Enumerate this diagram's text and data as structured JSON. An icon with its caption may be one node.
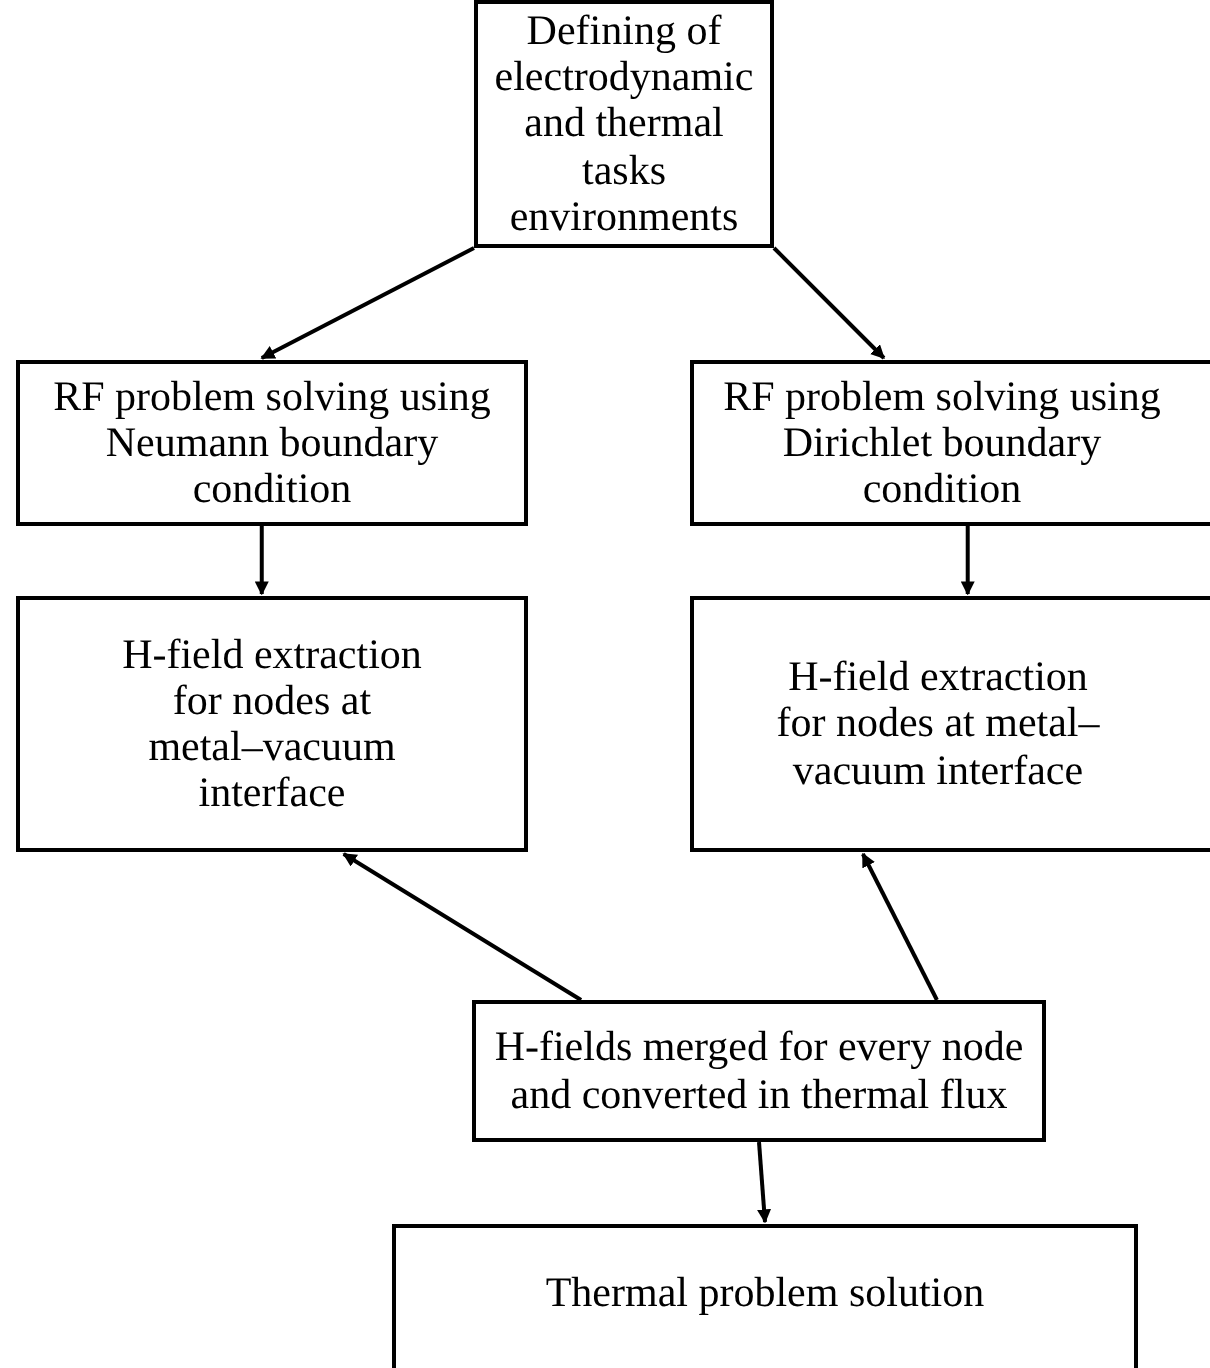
{
  "diagram": {
    "nodes": [
      {
        "text": [
          "Defining of electrodynamic and thermal tasks environments"
        ]
      },
      {
        "text": [
          "RF problem solving using Neumann boundary condition"
        ]
      },
      {
        "text": [
          "RF problem solving using Dirichlet boundary condition"
        ]
      },
      {
        "text": [
          "H-field extraction for nodes at metal–vacuum interface"
        ]
      },
      {
        "text": [
          "H-field extraction for nodes at metal–vacuum interface"
        ]
      },
      {
        "text": [
          "H-fields merged for every node and converted in thermal flux"
        ]
      },
      {
        "text": [
          "Thermal problem solution"
        ]
      }
    ],
    "edges": [
      {
        "from": 0,
        "to": 1,
        "arrow": "to"
      },
      {
        "from": 0,
        "to": 2,
        "arrow": "to"
      },
      {
        "from": 1,
        "to": 3,
        "arrow": "to"
      },
      {
        "from": 2,
        "to": 4,
        "arrow": "to"
      },
      {
        "from": 5,
        "to": 3,
        "arrow": "to"
      },
      {
        "from": 5,
        "to": 4,
        "arrow": "to"
      },
      {
        "from": 5,
        "to": 6,
        "arrow": "to"
      }
    ]
  }
}
